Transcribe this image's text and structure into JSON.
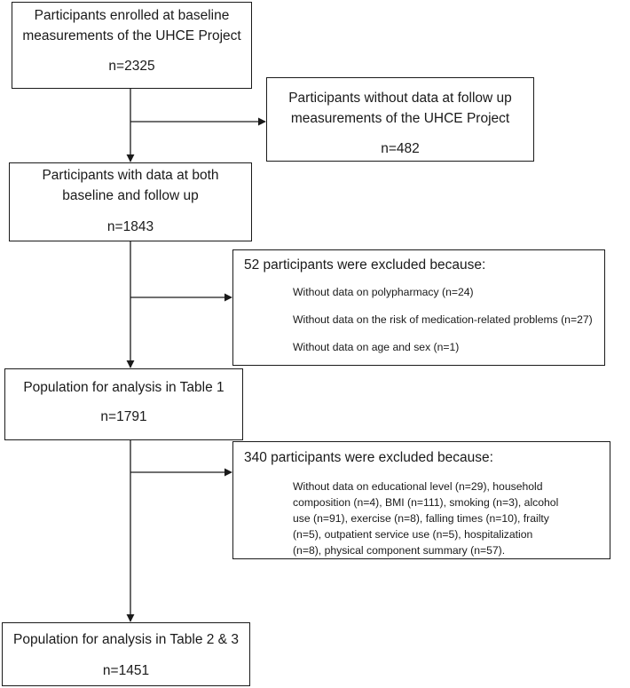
{
  "boxes": {
    "enrolled": {
      "lines": [
        "Participants enrolled at baseline",
        "measurements of the UHCE Project"
      ],
      "count": "n=2325"
    },
    "without_followup": {
      "lines": [
        "Participants without data at follow up",
        "measurements of the UHCE Project"
      ],
      "count": "n=482"
    },
    "both": {
      "lines": [
        "Participants with data at both",
        "baseline and follow up"
      ],
      "count": "n=1843"
    },
    "excluded_52": {
      "title": "52 participants were excluded because:",
      "items": [
        "Without data on polypharmacy (n=24)",
        "Without data on the risk of medication-related problems  (n=27)",
        "Without data on age and sex  (n=1)"
      ]
    },
    "table1": {
      "lines": [
        "Population for analysis in Table 1"
      ],
      "count": "n=1791"
    },
    "excluded_340": {
      "title": "340 participants were excluded because:",
      "lines": [
        "Without data on educational level  (n=29), household",
        "composition (n=4), BMI (n=111), smoking (n=3), alcohol",
        "use (n=91), exercise (n=8), falling times (n=10), frailty",
        "(n=5), outpatient service use (n=5), hospitalization",
        "(n=8), physical component summary (n=57)."
      ]
    },
    "table23": {
      "lines": [
        "Population for analysis in Table 2 & 3"
      ],
      "count": "n=1451"
    }
  }
}
